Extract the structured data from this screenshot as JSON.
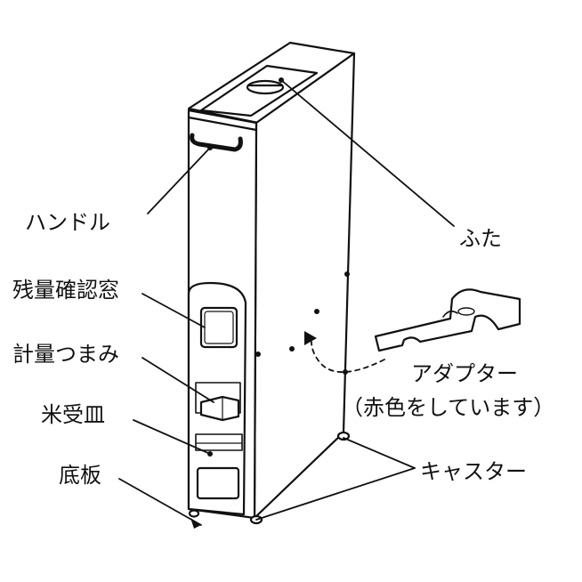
{
  "labels": {
    "handle": "ハンドル",
    "lid": "ふた",
    "remaining_window": "残量確認窓",
    "measure_knob": "計量つまみ",
    "rice_tray": "米受皿",
    "bottom_plate": "底板",
    "adapter": "アダプター",
    "adapter_note": "（赤色をしています）",
    "casters": "キャスター"
  },
  "colors": {
    "line": "#111111",
    "fill": "#ffffff"
  }
}
